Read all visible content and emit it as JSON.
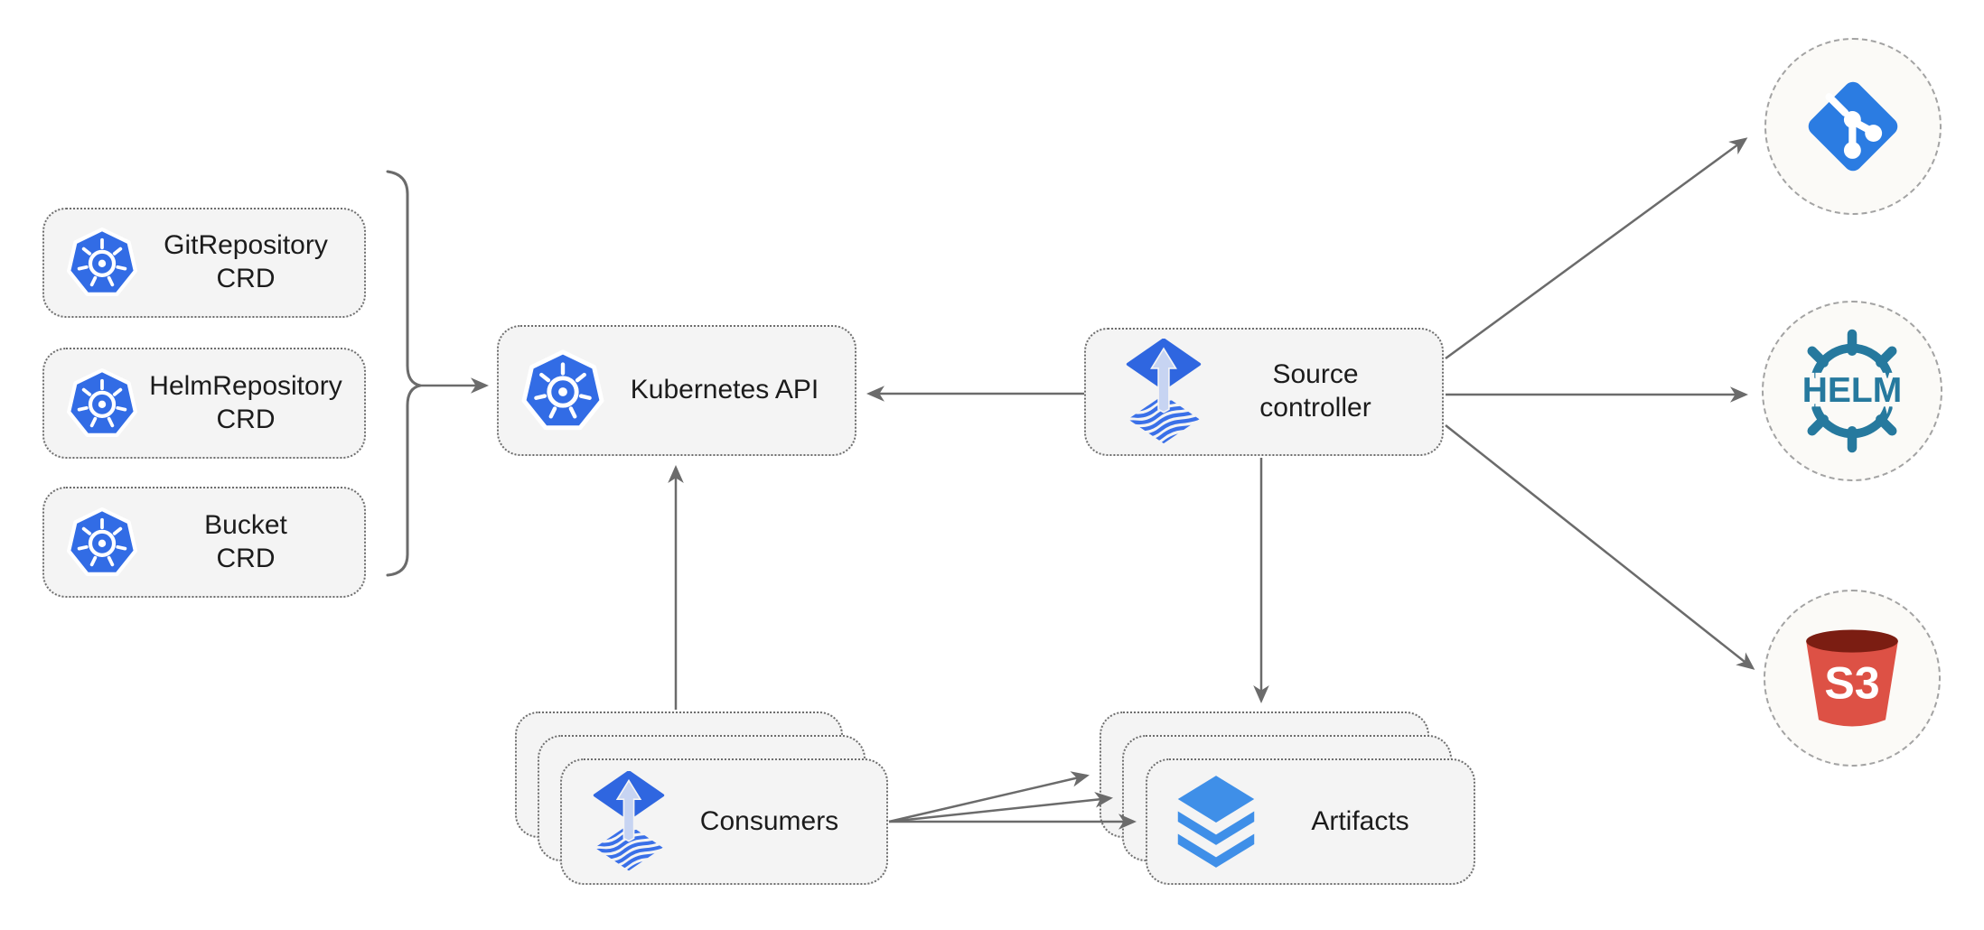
{
  "canvas": {
    "background": "#ffffff"
  },
  "colors": {
    "node_fill": "#f4f4f4",
    "node_border": "#6e6e6e",
    "circle_fill": "#fbfaf7",
    "circle_border": "#a3a3a3",
    "edge": "#6b6b6b",
    "kubernetes_blue": "#326ce5",
    "flux_blue": "#2f66e0",
    "flux_arrow_light": "#c7d4f2",
    "layers_blue": "#3f8fe8",
    "git_blue": "#2b7ce2",
    "helm_teal": "#26799e",
    "s3_red": "#dd5145",
    "s3_dark_red": "#7b1d12",
    "text": "#1c1c1c"
  },
  "icons": {
    "kubernetes": "kubernetes-icon",
    "flux": "flux-icon",
    "layers": "layers-icon",
    "git": "git-icon",
    "helm": "helm-icon",
    "s3": "s3-bucket-icon"
  },
  "nodes": {
    "git_repository_crd": {
      "line1": "GitRepository",
      "line2": "CRD",
      "icon": "kubernetes-icon"
    },
    "helm_repository_crd": {
      "line1": "HelmRepository",
      "line2": "CRD",
      "icon": "kubernetes-icon"
    },
    "bucket_crd": {
      "line1": "Bucket",
      "line2": "CRD",
      "icon": "kubernetes-icon"
    },
    "kubernetes_api": {
      "label": "Kubernetes API",
      "icon": "kubernetes-icon"
    },
    "source_controller": {
      "line1": "Source",
      "line2": "controller",
      "icon": "flux-icon"
    },
    "consumers": {
      "label": "Consumers",
      "icon": "flux-icon",
      "stacked": 3
    },
    "artifacts": {
      "label": "Artifacts",
      "icon": "layers-icon",
      "stacked": 3
    },
    "git_remote": {
      "icon": "git-icon"
    },
    "helm_remote": {
      "icon": "helm-icon",
      "text": "HELM"
    },
    "s3_remote": {
      "icon": "s3-bucket-icon",
      "text": "S3"
    }
  },
  "edges": [
    {
      "from": "crd-bracket",
      "to": "kubernetes_api"
    },
    {
      "from": "source_controller",
      "to": "kubernetes_api"
    },
    {
      "from": "consumers",
      "to": "kubernetes_api"
    },
    {
      "from": "source_controller",
      "to": "artifacts"
    },
    {
      "from": "source_controller",
      "to": "git_remote"
    },
    {
      "from": "source_controller",
      "to": "helm_remote"
    },
    {
      "from": "source_controller",
      "to": "s3_remote"
    },
    {
      "from": "consumers",
      "to": "artifacts",
      "count": 3
    }
  ]
}
